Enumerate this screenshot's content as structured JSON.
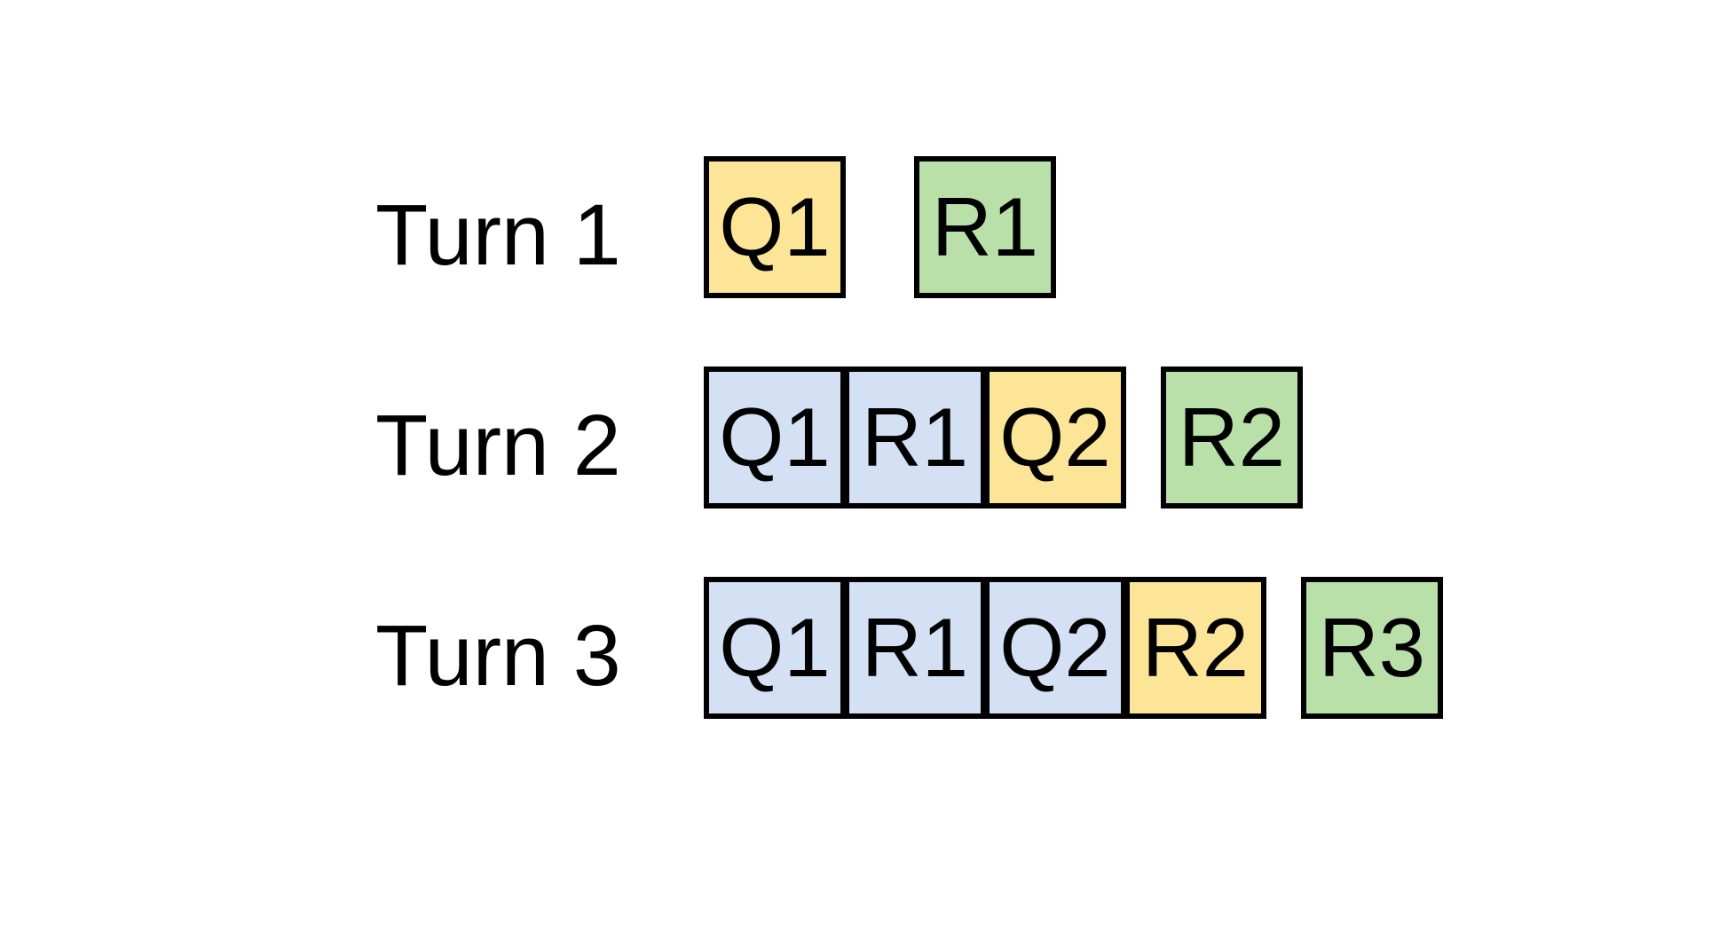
{
  "colors": {
    "history": "#d4e0f4",
    "query": "#fde598",
    "response": "#b9e0a8",
    "border": "#000000"
  },
  "turns": [
    {
      "label": "Turn 1",
      "input_blocks": [
        {
          "text": "Q1",
          "role": "query"
        }
      ],
      "response_block": {
        "text": "R1",
        "role": "response"
      }
    },
    {
      "label": "Turn 2",
      "input_blocks": [
        {
          "text": "Q1",
          "role": "history"
        },
        {
          "text": "R1",
          "role": "history"
        },
        {
          "text": "Q2",
          "role": "query"
        }
      ],
      "response_block": {
        "text": "R2",
        "role": "response"
      }
    },
    {
      "label": "Turn 3",
      "input_blocks": [
        {
          "text": "Q1",
          "role": "history"
        },
        {
          "text": "R1",
          "role": "history"
        },
        {
          "text": "Q2",
          "role": "history"
        },
        {
          "text": "R2",
          "role": "query"
        }
      ],
      "response_block": {
        "text": "R3",
        "role": "response"
      }
    }
  ]
}
